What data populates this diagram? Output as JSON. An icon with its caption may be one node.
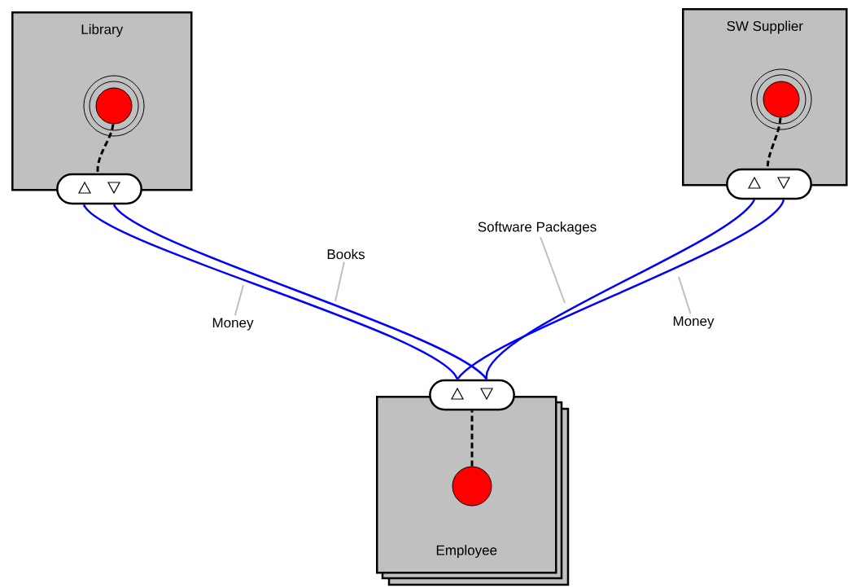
{
  "diagram": {
    "nodes": [
      {
        "text": [
          "Library"
        ]
      },
      {
        "text": [],
        "shape": "box"
      },
      {
        "text": [],
        "shape": "circle",
        "in": 0
      },
      {
        "text": [
          "SW Supplier"
        ]
      },
      {
        "text": [],
        "shape": "box"
      },
      {
        "text": [],
        "shape": "circle",
        "in": 3
      },
      {
        "text": [
          "Employee"
        ]
      },
      {
        "text": [],
        "shape": "box"
      },
      {
        "text": [],
        "shape": "circle",
        "in": 6
      },
      {
        "text": [
          "Software Packages"
        ]
      },
      {
        "text": [
          "Books"
        ]
      },
      {
        "text": [
          "Money"
        ]
      },
      {
        "text": [
          "Money"
        ]
      }
    ],
    "edges": [
      {
        "from": 2,
        "to": 1,
        "arrow": "none",
        "style": "dashed",
        "color": "#000000"
      },
      {
        "from": 5,
        "to": 4,
        "arrow": "none",
        "style": "dashed",
        "color": "#000000"
      },
      {
        "from": 8,
        "to": 7,
        "arrow": "none",
        "style": "dashed",
        "color": "#000000"
      },
      {
        "from": 1,
        "to": 7,
        "arrow": "none",
        "color": "#0000ff"
      },
      {
        "from": 7,
        "to": 1,
        "arrow": "none",
        "color": "#0000ff"
      },
      {
        "from": 4,
        "to": 7,
        "arrow": "none",
        "color": "#0000ff"
      },
      {
        "from": 7,
        "to": 4,
        "arrow": "none",
        "color": "#0000ff"
      },
      {
        "from": 9,
        "to": null,
        "arrow": "none",
        "color": "#c0c0c0"
      },
      {
        "from": 10,
        "to": null,
        "arrow": "none",
        "color": "#c0c0c0"
      },
      {
        "from": 11,
        "to": null,
        "arrow": "none",
        "color": "#c0c0c0"
      },
      {
        "from": 12,
        "to": null,
        "arrow": "none",
        "color": "#c0c0c0"
      }
    ]
  }
}
